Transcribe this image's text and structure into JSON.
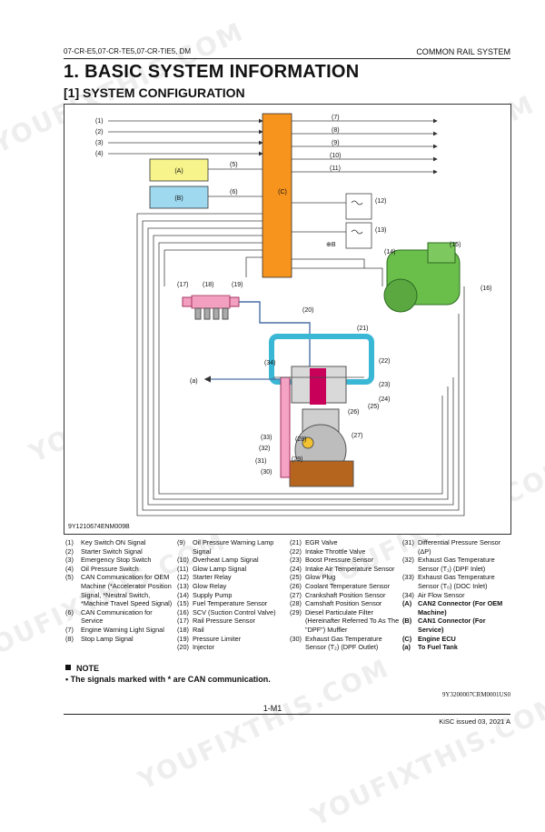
{
  "header": {
    "models": "07-CR-E5,07-CR-TE5,07-CR-TIE5, DM",
    "system": "COMMON RAIL SYSTEM"
  },
  "title": "1.  BASIC SYSTEM INFORMATION",
  "subtitle": "[1]  SYSTEM CONFIGURATION",
  "diagram": {
    "code": "9Y1210674ENM009B",
    "labels": {
      "n1": "(1)",
      "n2": "(2)",
      "n3": "(3)",
      "n4": "(4)",
      "n5": "(5)",
      "n6": "(6)",
      "n7": "(7)",
      "n8": "(8)",
      "n9": "(9)",
      "n10": "(10)",
      "n11": "(11)",
      "n12": "(12)",
      "n13": "(13)",
      "n14": "(14)",
      "n15": "(15)",
      "n16": "(16)",
      "n17": "(17)",
      "n18": "(18)",
      "n19": "(19)",
      "n20": "(20)",
      "n21": "(21)",
      "n22": "(22)",
      "n23": "(23)",
      "n24": "(24)",
      "n25": "(25)",
      "n26": "(26)",
      "n27": "(27)",
      "n28": "(28)",
      "n29": "(29)",
      "n30": "(30)",
      "n31": "(31)",
      "n32": "(32)",
      "n33": "(33)",
      "n34": "(34)",
      "a": "(A)",
      "b": "(B)",
      "c": "(C)",
      "sa": "(a)",
      "pb": "⊕B"
    },
    "colors": {
      "ecu": "#f7941d",
      "canA": "#f7f48c",
      "canB": "#9fd9ef",
      "intake": "#3ab7d4",
      "exhaust": "#c8005a",
      "rail": "#f3a0c0",
      "fuel": "#4a6fa5"
    }
  },
  "legend": {
    "col1": [
      {
        "n": "(1)",
        "t": "Key Switch ON Signal"
      },
      {
        "n": "(2)",
        "t": "Starter Switch Signal"
      },
      {
        "n": "(3)",
        "t": "Emergency Stop Switch"
      },
      {
        "n": "(4)",
        "t": "Oil Pressure Switch"
      },
      {
        "n": "(5)",
        "t": "CAN Communication for OEM Machine (*Accelerator Position Signal, *Neutral Switch, *Machine Travel Speed Signal)"
      },
      {
        "n": "(6)",
        "t": "CAN Communication for Service"
      },
      {
        "n": "(7)",
        "t": "Engine Warning Light Signal"
      },
      {
        "n": "(8)",
        "t": "Stop Lamp Signal"
      }
    ],
    "col2": [
      {
        "n": "(9)",
        "t": "Oil Pressure Warning Lamp Signal"
      },
      {
        "n": "(10)",
        "t": "Overheat Lamp Signal"
      },
      {
        "n": "(11)",
        "t": "Glow Lamp Signal"
      },
      {
        "n": "(12)",
        "t": "Starter Relay"
      },
      {
        "n": "(13)",
        "t": "Glow Relay"
      },
      {
        "n": "(14)",
        "t": "Supply Pump"
      },
      {
        "n": "(15)",
        "t": "Fuel Temperature Sensor"
      },
      {
        "n": "(16)",
        "t": "SCV (Suction Control Valve)"
      },
      {
        "n": "(17)",
        "t": "Rail Pressure Sensor"
      },
      {
        "n": "(18)",
        "t": "Rail"
      },
      {
        "n": "(19)",
        "t": "Pressure Limiter"
      },
      {
        "n": "(20)",
        "t": "Injector"
      }
    ],
    "col3": [
      {
        "n": "(21)",
        "t": "EGR Valve"
      },
      {
        "n": "(22)",
        "t": "Intake Throttle Valve"
      },
      {
        "n": "(23)",
        "t": "Boost Pressure Sensor"
      },
      {
        "n": "(24)",
        "t": "Intake Air Temperature Sensor"
      },
      {
        "n": "(25)",
        "t": "Glow Plug"
      },
      {
        "n": "(26)",
        "t": "Coolant Temperature Sensor"
      },
      {
        "n": "(27)",
        "t": "Crankshaft Position Sensor"
      },
      {
        "n": "(28)",
        "t": "Camshaft Position Sensor"
      },
      {
        "n": "(29)",
        "t": "Diesel Particulate Filter (Hereinafter Referred To As The \"DPF\") Muffler"
      },
      {
        "n": "(30)",
        "t": "Exhaust Gas Temperature Sensor (T₂) (DPF Outlet)"
      }
    ],
    "col4": [
      {
        "n": "(31)",
        "t": "Differential Pressure Sensor (ΔP)",
        "b": false
      },
      {
        "n": "(32)",
        "t": "Exhaust Gas Temperature Sensor (T₁) (DPF Inlet)",
        "b": false
      },
      {
        "n": "(33)",
        "t": "Exhaust Gas Temperature Sensor (T₀) (DOC Inlet)",
        "b": false
      },
      {
        "n": "(34)",
        "t": "Air Flow Sensor",
        "b": false
      },
      {
        "n": "(A)",
        "t": "CAN2 Connector (For OEM Machine)",
        "b": true
      },
      {
        "n": "(B)",
        "t": "CAN1 Connector (For Service)",
        "b": true
      },
      {
        "n": "(C)",
        "t": "Engine ECU",
        "b": true
      },
      {
        "n": "(a)",
        "t": "To Fuel Tank",
        "b": true
      }
    ]
  },
  "note": {
    "heading": "NOTE",
    "text": "•  The signals marked with * are CAN communication."
  },
  "doc_id": "9Y3200007CRM0001US0",
  "page_number": "1-M1",
  "issue": "KiSC issued 03, 2021 A",
  "watermark": "YOUFIXTHIS.COM"
}
